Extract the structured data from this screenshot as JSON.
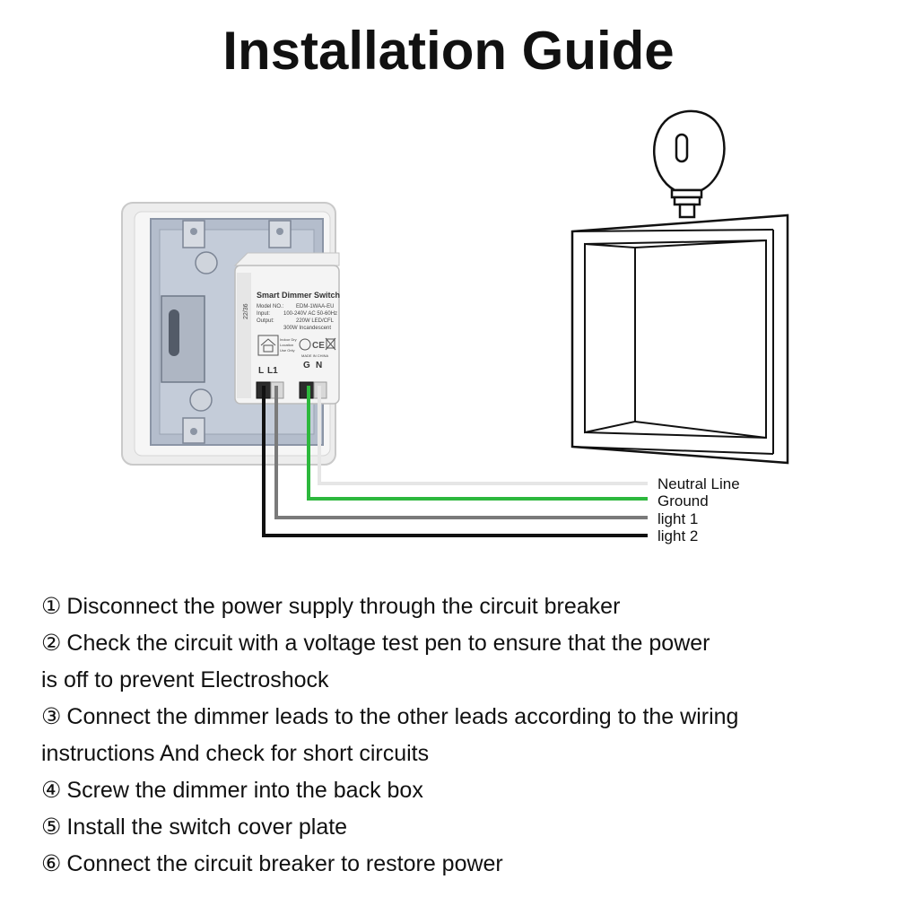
{
  "title": "Installation Guide",
  "device": {
    "name": "Smart Dimmer Switch",
    "model_label": "Model NO.:",
    "model_value": "EDM-1WAA-EU",
    "input_label": "Input:",
    "input_value": "100-240V AC 50-60Hz",
    "output_label": "Output:",
    "output_value_1": "220W LED/CFL",
    "output_value_2": "300W Incandescent",
    "side_code": "22/36",
    "indoor_text_1": "Indoor Dry",
    "indoor_text_2": "Location",
    "indoor_text_3": "Use Only",
    "made_in": "MADE IN CHINA",
    "terminal_l": "L",
    "terminal_l1": "L1",
    "terminal_g": "G",
    "terminal_n": "N"
  },
  "wires": [
    {
      "label": "Neutral Line",
      "color": "#e6e6e6"
    },
    {
      "label": "Ground",
      "color": "#2db83d"
    },
    {
      "label": "light 1",
      "color": "#7a7a7a"
    },
    {
      "label": "light 2",
      "color": "#111111"
    }
  ],
  "steps": [
    {
      "num": "①",
      "text": "Disconnect the power supply through the circuit breaker"
    },
    {
      "num": "②",
      "text": "Check the circuit with a voltage test pen to ensure that the power"
    },
    {
      "num": "",
      "text": "is off to prevent Electroshock"
    },
    {
      "num": "③",
      "text": "Connect the dimmer leads to the other leads according to the wiring"
    },
    {
      "num": "",
      "text": "instructions And check for short circuits"
    },
    {
      "num": "④",
      "text": "Screw the dimmer into the back box"
    },
    {
      "num": "⑤",
      "text": "Install the switch cover plate"
    },
    {
      "num": "⑥",
      "text": "Connect the circuit breaker to restore power"
    }
  ]
}
